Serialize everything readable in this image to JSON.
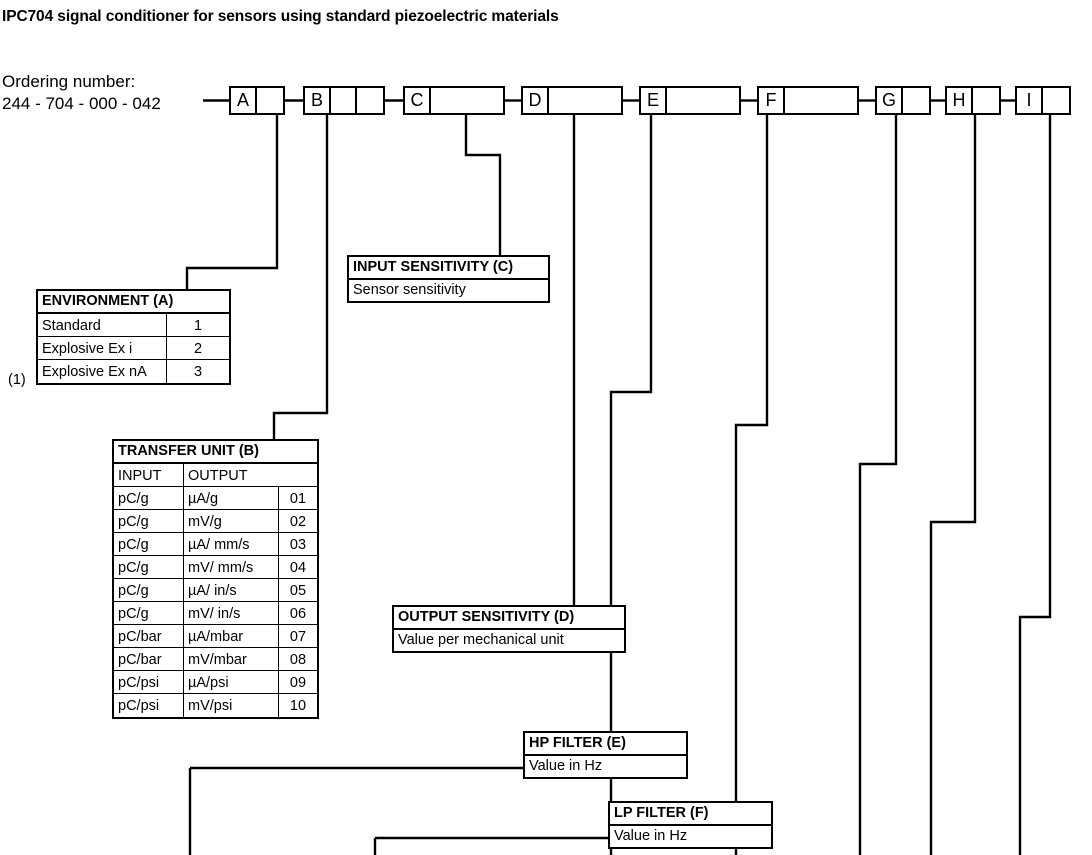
{
  "title": "IPC704 signal conditioner for sensors using standard piezoelectric materials",
  "ordering": {
    "label": "Ordering number:",
    "number": "244 - 704 - 000 - 042",
    "codes": [
      {
        "letter": "A",
        "blanks": 1
      },
      {
        "letter": "B",
        "blanks": 2
      },
      {
        "letter": "C",
        "blanks": 1
      },
      {
        "letter": "D",
        "blanks": 1
      },
      {
        "letter": "E",
        "blanks": 1
      },
      {
        "letter": "F",
        "blanks": 1
      },
      {
        "letter": "G",
        "blanks": 1
      },
      {
        "letter": "H",
        "blanks": 1
      },
      {
        "letter": "I",
        "blanks": 1
      }
    ]
  },
  "footnote_marker": "(1)",
  "tables": {
    "environment": {
      "header": "ENVIRONMENT (A)",
      "rows": [
        {
          "name": "Standard",
          "code": "1"
        },
        {
          "name": "Explosive Ex i",
          "code": "2"
        },
        {
          "name": "Explosive Ex nA",
          "code": "3"
        }
      ]
    },
    "transfer_unit": {
      "header": "TRANSFER UNIT (B)",
      "col_input": "INPUT",
      "col_output": "OUTPUT",
      "rows": [
        {
          "input": "pC/g",
          "output": "µA/g",
          "code": "01"
        },
        {
          "input": "pC/g",
          "output": "mV/g",
          "code": "02"
        },
        {
          "input": "pC/g",
          "output": "µA/ mm/s",
          "code": "03"
        },
        {
          "input": "pC/g",
          "output": "mV/ mm/s",
          "code": "04"
        },
        {
          "input": "pC/g",
          "output": "µA/ in/s",
          "code": "05"
        },
        {
          "input": "pC/g",
          "output": "mV/ in/s",
          "code": "06"
        },
        {
          "input": "pC/bar",
          "output": "µA/mbar",
          "code": "07"
        },
        {
          "input": "pC/bar",
          "output": "mV/mbar",
          "code": "08"
        },
        {
          "input": "pC/psi",
          "output": "µA/psi",
          "code": "09"
        },
        {
          "input": "pC/psi",
          "output": "mV/psi",
          "code": "10"
        }
      ]
    },
    "input_sensitivity": {
      "header": "INPUT SENSITIVITY (C)",
      "value": "Sensor sensitivity"
    },
    "output_sensitivity": {
      "header": "OUTPUT SENSITIVITY (D)",
      "value": "Value per mechanical unit"
    },
    "hp_filter": {
      "header": "HP FILTER (E)",
      "value": "Value in Hz"
    },
    "lp_filter": {
      "header": "LP FILTER (F)",
      "value": "Value in Hz"
    }
  },
  "colors": {
    "line": "#000000",
    "background": "#ffffff"
  }
}
